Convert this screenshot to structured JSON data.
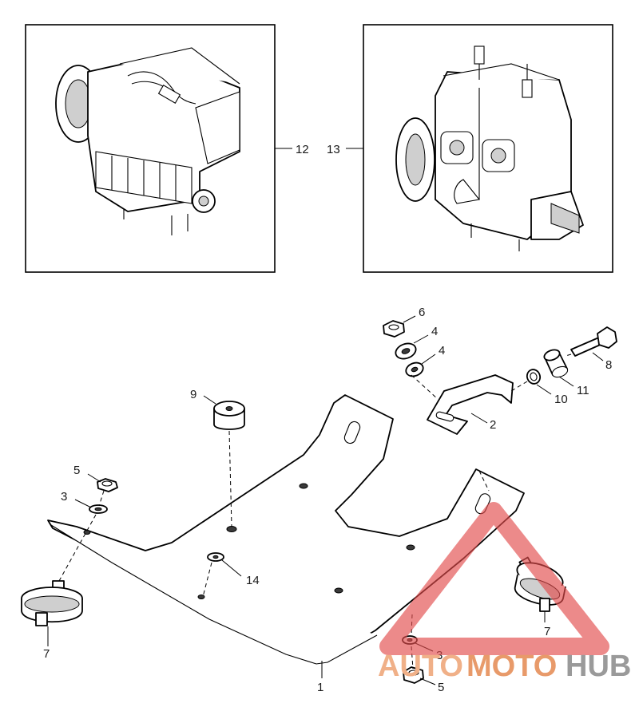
{
  "callouts": {
    "c1": "1",
    "c2": "2",
    "c3a": "3",
    "c3b": "3",
    "c4a": "4",
    "c4b": "4",
    "c5a": "5",
    "c5b": "5",
    "c6": "6",
    "c7a": "7",
    "c7b": "7",
    "c8": "8",
    "c9": "9",
    "c10": "10",
    "c11": "11",
    "c12": "12",
    "c13": "13",
    "c14": "14"
  },
  "watermark": {
    "auto": "AUTO",
    "moto": "MOTO",
    "hub": "HUB"
  },
  "colors": {
    "line": "#000000",
    "watermark_red": "#e24b4b",
    "watermark_orange": "#e89a6a",
    "watermark_gray": "#9a9a9a"
  }
}
